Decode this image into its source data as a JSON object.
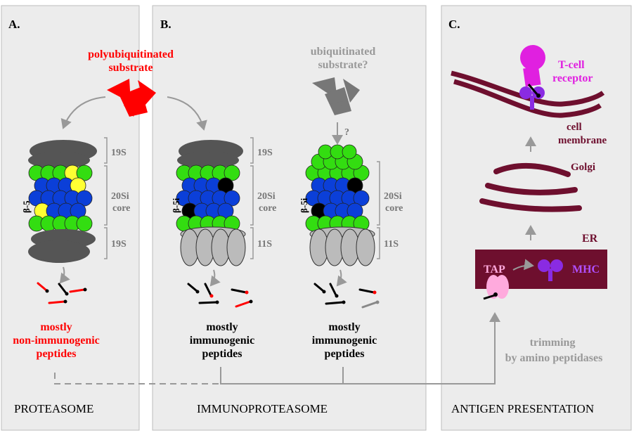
{
  "panels": {
    "a": {
      "letter": "A.",
      "footer": "PROTEASOME",
      "substrate": [
        "polyubiquitinated",
        "substrate"
      ],
      "subunit": "β-5",
      "caps": [
        "19S",
        "20Si",
        "core",
        "19S"
      ],
      "products": [
        "mostly",
        "non-immunogenic",
        "peptides"
      ]
    },
    "b": {
      "letter": "B.",
      "footer": "IMMUNOPROTEASOME",
      "substrate": [
        "ubiquitinated",
        "substrate?"
      ],
      "question": "?",
      "subunit1": "β-5i",
      "subunit2": "β-5i",
      "caps1": [
        "19S",
        "20Si",
        "core",
        "11S"
      ],
      "caps2": [
        "20Si",
        "core",
        "11S"
      ],
      "products1": [
        "mostly",
        "immunogenic",
        "peptides"
      ],
      "products2": [
        "mostly",
        "immunogenic",
        "peptides"
      ]
    },
    "c": {
      "letter": "C.",
      "footer": "ANTIGEN PRESENTATION",
      "tcr": [
        "T-cell",
        "receptor"
      ],
      "membrane": [
        "cell",
        "membrane"
      ],
      "golgi": "Golgi",
      "er": "ER",
      "tap": "TAP",
      "mhc": "MHC",
      "trimming": [
        "trimming",
        "by amino peptidases"
      ]
    }
  },
  "colors": {
    "panel_bg": "#ececec",
    "red": "#ff0000",
    "gray": "#999999",
    "maroon": "#6e0f2e",
    "magenta": "#e020e0",
    "purple": "#8a2be2",
    "green": "#33dd11",
    "blue": "#0b3fd8",
    "yellow": "#ffff33",
    "black": "#000000"
  }
}
